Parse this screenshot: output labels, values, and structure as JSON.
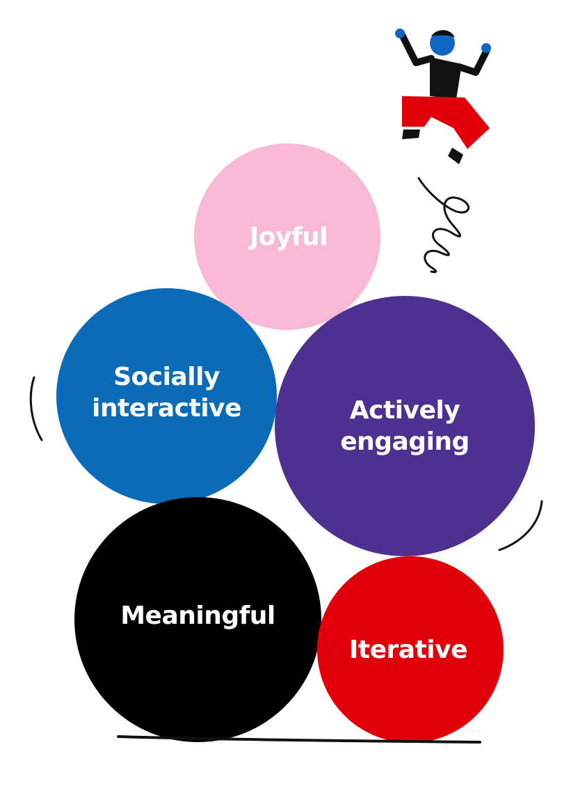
{
  "bubbles": {
    "joyful": {
      "label": "Joyful",
      "color": "#f7b9d5"
    },
    "socially_interactive": {
      "label": "Socially\ninteractive",
      "color": "#0a6bb8"
    },
    "actively_engaging": {
      "label": "Actively\nengaging",
      "color": "#4e3090"
    },
    "meaningful": {
      "label": "Meaningful",
      "color": "#000000"
    },
    "iterative": {
      "label": "Iterative",
      "color": "#e10009"
    }
  },
  "illustration": {
    "figure": "jumping-person-icon",
    "figure_colors": {
      "head": "#1166c4",
      "body": "#000000",
      "pants": "#e10009"
    }
  }
}
